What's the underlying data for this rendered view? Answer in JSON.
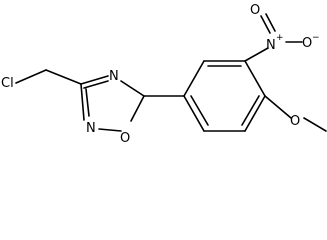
{
  "molecule": {
    "atoms": {
      "cl": "Cl",
      "n_ring_top": "N",
      "n_ring_bottom": "N",
      "o_ring": "O",
      "n_nitro": "N",
      "n_nitro_charge": "+",
      "o_nitro_top": "O",
      "o_nitro_right": "O",
      "o_nitro_right_charge": "−",
      "o_methoxy": "O"
    }
  }
}
